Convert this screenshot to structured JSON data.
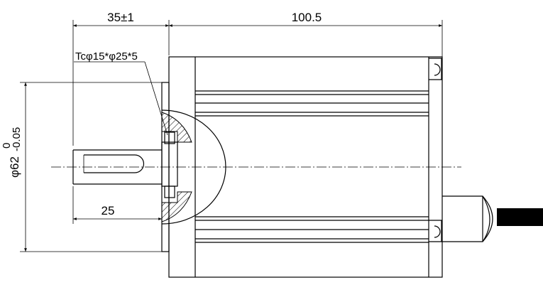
{
  "dimensions": {
    "flange_length": "35±1",
    "body_length": "100.5",
    "seal_spec": "Tcφ15*φ25*5",
    "diameter_main": "φ62",
    "diameter_tol_upper": "0",
    "diameter_tol_lower": "-0.05",
    "shaft_length": "25"
  }
}
